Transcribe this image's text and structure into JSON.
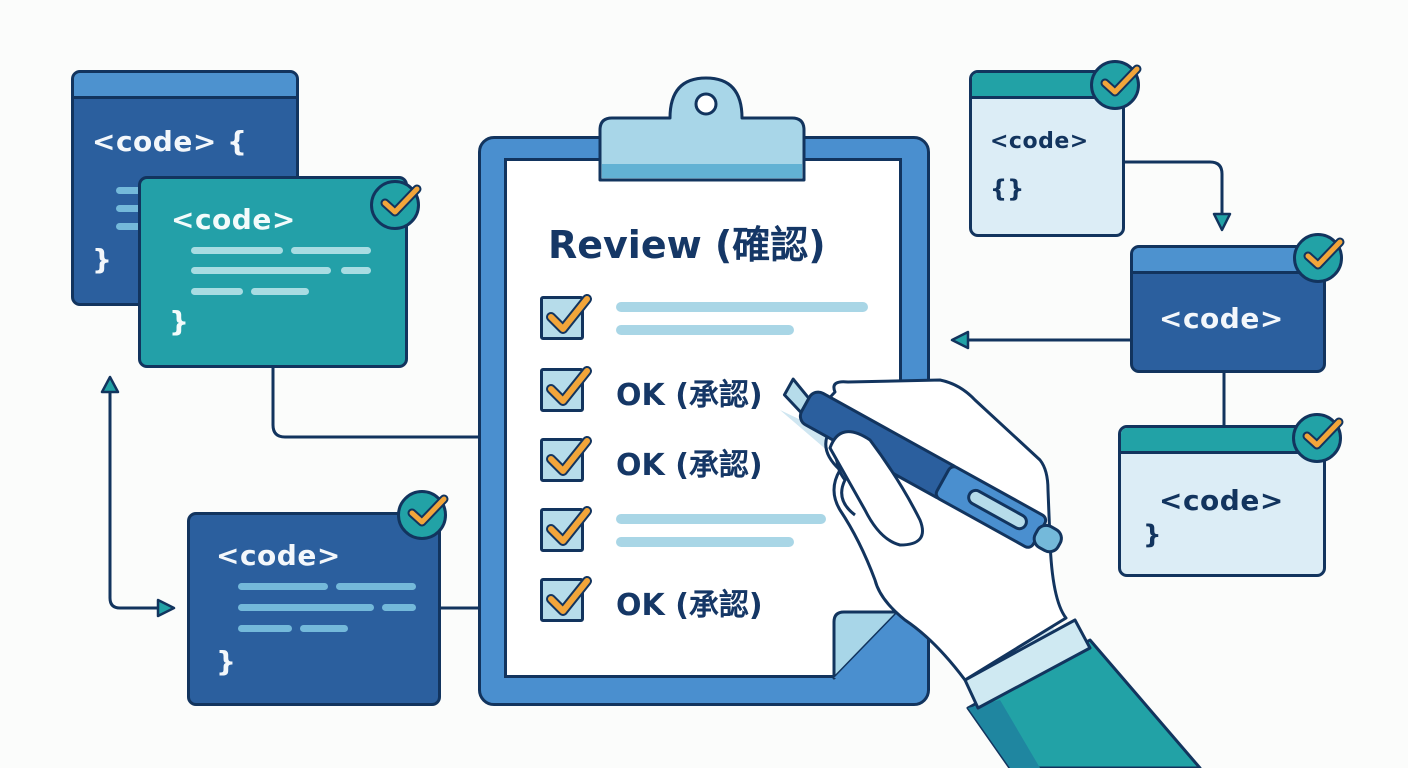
{
  "diagram": {
    "title": "Review (確認)",
    "theme_colors": {
      "navy_outline": "#12345e",
      "dark_blue": "#2b5f9e",
      "mid_blue": "#4a8fcf",
      "teal": "#22a2a6",
      "light_blue": "#dcedf6",
      "pale_line": "#a9d6e6",
      "check_orange": "#f2a53a",
      "background": "#fbfcfb"
    },
    "clipboard": {
      "title": "Review (確認)",
      "checklist": [
        {
          "checked": true,
          "label": "",
          "placeholder_lines": 2
        },
        {
          "checked": true,
          "label": "OK (承認)"
        },
        {
          "checked": true,
          "label": "OK (承認)"
        },
        {
          "checked": true,
          "label": "",
          "placeholder_lines": 2
        },
        {
          "checked": true,
          "label": "OK (承認)"
        }
      ]
    },
    "code_windows": [
      {
        "id": "top-left-back",
        "style": "dark-blue",
        "tag": "<code> {",
        "closing": "}",
        "badge": false
      },
      {
        "id": "top-left-front",
        "style": "teal",
        "tag": "<code>",
        "closing": "}",
        "badge": true
      },
      {
        "id": "bottom-left",
        "style": "dark-blue",
        "tag": "<code>",
        "closing": "}",
        "badge": true
      },
      {
        "id": "top-right",
        "style": "light",
        "tag": "<code>",
        "closing": "{}",
        "badge": true
      },
      {
        "id": "middle-right",
        "style": "dark-blue",
        "tag": "<code>",
        "closing": "",
        "badge": true
      },
      {
        "id": "bottom-right",
        "style": "light",
        "tag": "<code>",
        "closing": "}",
        "badge": true
      }
    ],
    "illustration": {
      "hand": "hand-holding-pen",
      "pen": "blue-ballpoint-pen",
      "icons": [
        "check-badge-icon",
        "checkbox-icon",
        "arrow-icon",
        "clipboard-icon"
      ]
    }
  }
}
